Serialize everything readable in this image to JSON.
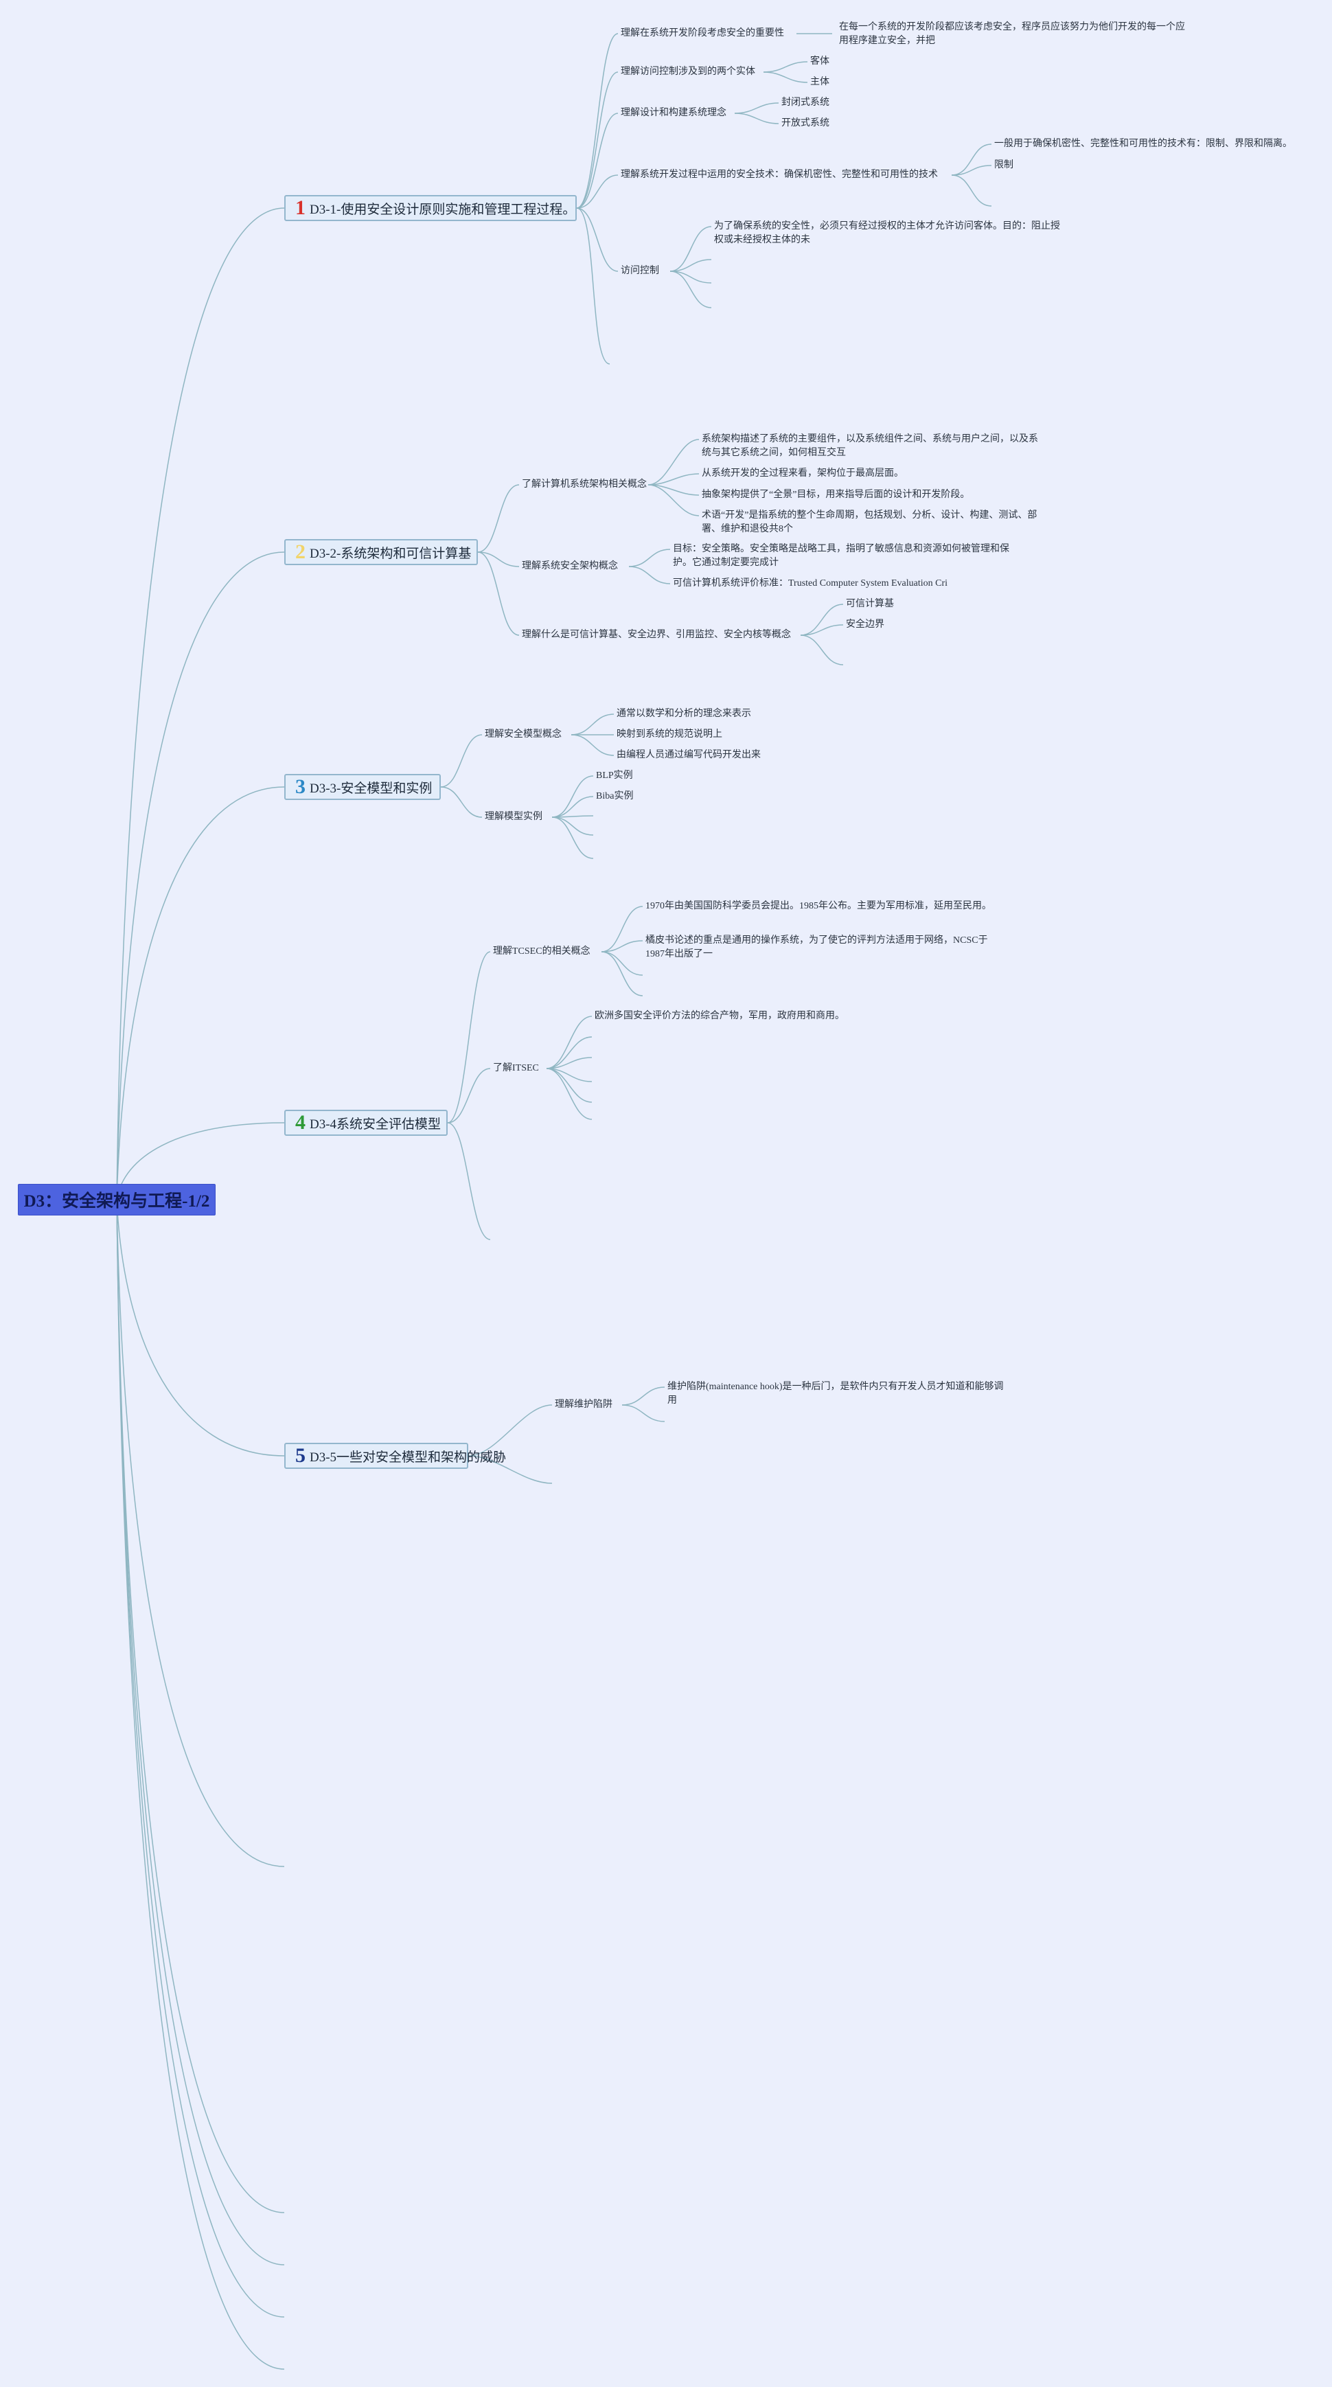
{
  "root": {
    "title": "D3：安全架构与工程-1/2"
  },
  "branches": [
    {
      "number": "1",
      "number_color": "#d8322b",
      "title": "D3-1-使用安全设计原则实施和管理工程过程。",
      "items": [
        {
          "text": "理解在系统开发阶段考虑安全的重要性",
          "children": [
            "在每一个系统的开发阶段都应该考虑安全，程序员应该努力为他们开发的每一个应用程序建立安全，并把"
          ]
        },
        {
          "text": "理解访问控制涉及到的两个实体",
          "children": [
            "客体",
            "主体"
          ]
        },
        {
          "text": "理解设计和构建系统理念",
          "children": [
            "封闭式系统",
            "开放式系统"
          ]
        },
        {
          "text": "理解系统开发过程中运用的安全技术：确保机密性、完整性和可用性的技术",
          "children": [
            "一般用于确保机密性、完整性和可用性的技术有：限制、界限和隔离。",
            "限制"
          ]
        },
        {
          "text": "访问控制",
          "children": [
            "为了确保系统的安全性，必须只有经过授权的主体才允许访问客体。目的：阻止授权或未经授权主体的未"
          ]
        }
      ]
    },
    {
      "number": "2",
      "number_color": "#f1d46a",
      "title": "D3-2-系统架构和可信计算基",
      "items": [
        {
          "text": "了解计算机系统架构相关概念",
          "children": [
            "系统架构描述了系统的主要组件，以及系统组件之间、系统与用户之间，以及系统与其它系统之间，如何相互交互",
            "从系统开发的全过程来看，架构位于最高层面。",
            "抽象架构提供了“全景”目标，用来指导后面的设计和开发阶段。",
            "术语“开发”是指系统的整个生命周期，包括规划、分析、设计、构建、测试、部署、维护和退役共8个"
          ]
        },
        {
          "text": "理解系统安全架构概念",
          "children": [
            "目标：安全策略。安全策略是战略工具，指明了敏感信息和资源如何被管理和保护。它通过制定要完成计",
            "可信计算机系统评价标准：Trusted Computer System Evaluation Cri"
          ]
        },
        {
          "text": "理解什么是可信计算基、安全边界、引用监控、安全内核等概念",
          "children": [
            "可信计算基",
            "安全边界"
          ]
        }
      ]
    },
    {
      "number": "3",
      "number_color": "#2b88c6",
      "title": "D3-3-安全模型和实例",
      "items": [
        {
          "text": "理解安全模型概念",
          "children": [
            "通常以数学和分析的理念来表示",
            "映射到系统的规范说明上",
            "由编程人员通过编写代码开发出来"
          ]
        },
        {
          "text": "理解模型实例",
          "children": [
            "BLP实例",
            "Biba实例"
          ]
        }
      ]
    },
    {
      "number": "4",
      "number_color": "#2e9a37",
      "title": "D3-4系统安全评估模型",
      "items": [
        {
          "text": "理解TCSEC的相关概念",
          "children": [
            "1970年由美国国防科学委员会提出。1985年公布。主要为军用标准，延用至民用。",
            "橘皮书论述的重点是通用的操作系统，为了使它的评判方法适用于网络，NCSC于1987年出版了一"
          ]
        },
        {
          "text": "了解ITSEC",
          "children": [
            "欧洲多国安全评价方法的综合产物，军用，政府用和商用。"
          ]
        }
      ]
    },
    {
      "number": "5",
      "number_color": "#1d3a8c",
      "title": "D3-5一些对安全模型和架构的威胁",
      "items": [
        {
          "text": "理解维护陷阱",
          "children": [
            "维护陷阱(maintenance hook)是一种后门，是软件内只有开发人员才知道和能够调用"
          ]
        }
      ]
    }
  ]
}
